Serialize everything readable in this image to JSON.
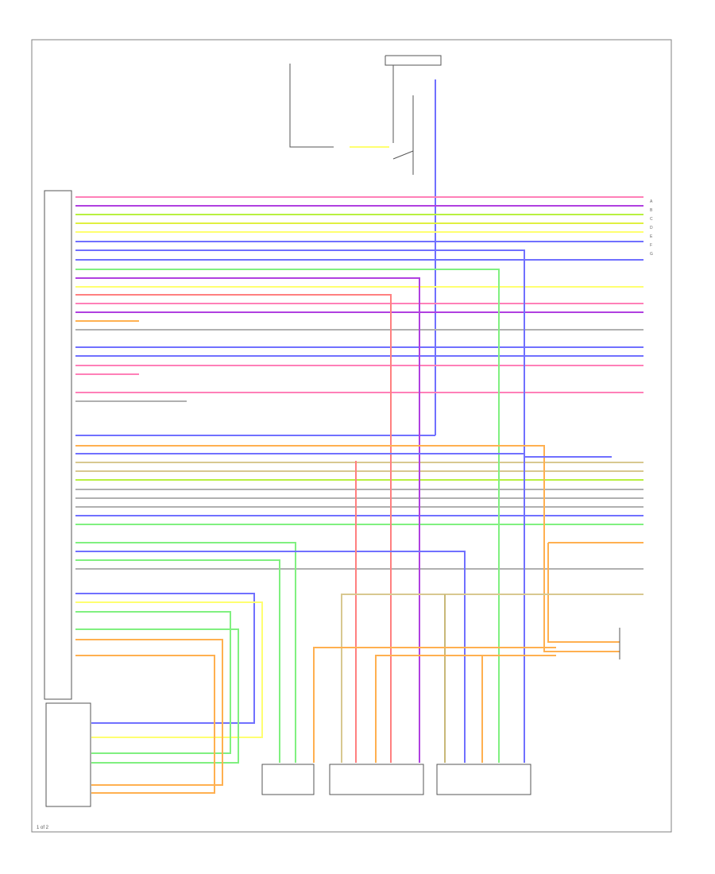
{
  "footer_text": "1 of 2",
  "colors": {
    "pink": "#ff80b8",
    "purple": "#b040e0",
    "lime": "#b8f040",
    "yellowgreen": "#e0f040",
    "yellow": "#ffff70",
    "blue": "#7070ff",
    "lightgreen": "#80f080",
    "tan": "#d8c890",
    "red": "#ff8080",
    "orange": "#ffb050",
    "gray": "#b0b0b0",
    "olive": "#c8b878",
    "frame": "#808080"
  },
  "connector_labels": [
    "A",
    "B",
    "C",
    "D",
    "E",
    "F",
    "G"
  ]
}
